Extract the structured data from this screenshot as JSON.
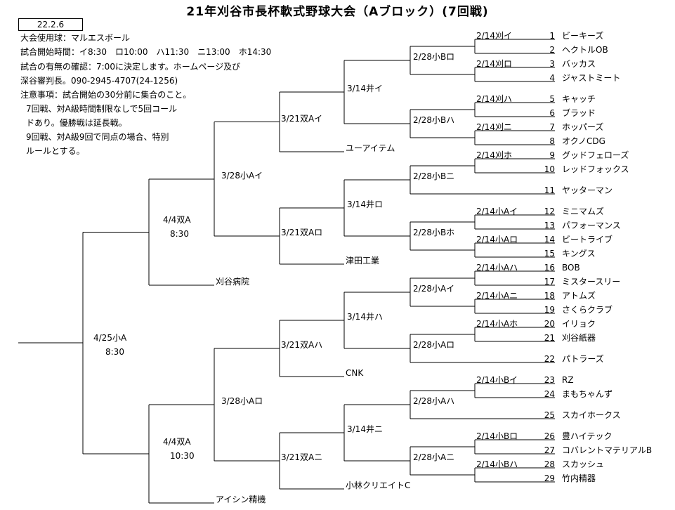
{
  "title": "21年刈谷市長杯軟式野球大会（Aブロック）(7回戦)",
  "date": "22.2.6",
  "info": [
    "大会使用球：マルエスボール",
    "試合開始時間：イ8:30　ロ10:00　ハ11:30　ニ13:00　ホ14:30",
    "試合の有無の確認：7:00に決定します。ホームページ及び",
    "深谷審判長。090-2945-4707(24-1256)",
    "注意事項：試合開始の30分前に集合のこと。",
    "7回戦、対A級時間制限なしで5回コール",
    "ドあり。優勝戦は延長戦。",
    "9回戦、対A級9回で同点の場合、特別",
    "ルールとする。"
  ],
  "teams": [
    {
      "num": "1",
      "name": "ビーキーズ"
    },
    {
      "num": "2",
      "name": "ヘクトルOB"
    },
    {
      "num": "3",
      "name": "バッカス"
    },
    {
      "num": "4",
      "name": "ジャストミート"
    },
    {
      "num": "5",
      "name": "キャッチ"
    },
    {
      "num": "6",
      "name": "ブラッド"
    },
    {
      "num": "7",
      "name": "ホッパーズ"
    },
    {
      "num": "8",
      "name": "オクノCDG"
    },
    {
      "num": "9",
      "name": "グッドフェローズ"
    },
    {
      "num": "10",
      "name": "レッドフォックス"
    },
    {
      "num": "11",
      "name": "ヤッターマン"
    },
    {
      "num": "12",
      "name": "ミニマムズ"
    },
    {
      "num": "13",
      "name": "パフォーマンス"
    },
    {
      "num": "14",
      "name": "ビートライブ"
    },
    {
      "num": "15",
      "name": "キングス"
    },
    {
      "num": "16",
      "name": "BOB"
    },
    {
      "num": "17",
      "name": "ミスタースリー"
    },
    {
      "num": "18",
      "name": "アトムズ"
    },
    {
      "num": "19",
      "name": "さくらクラブ"
    },
    {
      "num": "20",
      "name": "イリョク"
    },
    {
      "num": "21",
      "name": "刈谷紙器"
    },
    {
      "num": "22",
      "name": "パトラーズ"
    },
    {
      "num": "23",
      "name": "RZ"
    },
    {
      "num": "24",
      "name": "まもちゃんず"
    },
    {
      "num": "25",
      "name": "スカイホークス"
    },
    {
      "num": "26",
      "name": "豊ハイテック"
    },
    {
      "num": "27",
      "name": "コバレントマテリアルB"
    },
    {
      "num": "28",
      "name": "スカッシュ"
    },
    {
      "num": "29",
      "name": "竹内精器"
    }
  ],
  "seeded_teams": [
    "ユーアイテム",
    "津田工業",
    "刈谷病院",
    "CNK",
    "小林クリエイトC",
    "アイシン精機"
  ],
  "r1": [
    "2/14刈イ",
    "2/14刈ロ",
    "2/14刈ハ",
    "2/14刈ニ",
    "2/14刈ホ",
    "2/14小Aイ",
    "2/14小Aロ",
    "2/14小Aハ",
    "2/14小Aニ",
    "2/14小Aホ",
    "2/14小Bイ",
    "2/14小Bロ",
    "2/14小Bハ"
  ],
  "r2": [
    "2/28小Bロ",
    "2/28小Bハ",
    "2/28小Bニ",
    "2/28小Bホ",
    "2/28小Aイ",
    "2/28小Aロ",
    "2/28小Aハ",
    "2/28小Aニ"
  ],
  "r3": [
    "3/14井イ",
    "3/14井ロ",
    "3/14井ハ",
    "3/14井ニ"
  ],
  "r4": [
    "3/21双Aイ",
    "3/21双Aロ",
    "3/21双Aハ",
    "3/21双Aニ"
  ],
  "r5": [
    "3/28小Aイ",
    "3/28小Aロ"
  ],
  "r6": [
    {
      "label": "4/4双A",
      "time": "8:30"
    },
    {
      "label": "4/4双A",
      "time": "10:30"
    }
  ],
  "final": {
    "label": "4/25小A",
    "time": "8:30"
  }
}
